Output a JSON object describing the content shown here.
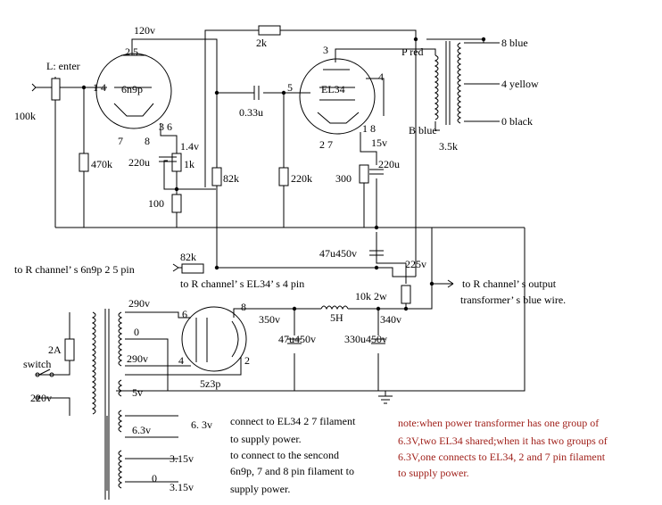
{
  "labels": {
    "v120": "120v",
    "r2k": "2k",
    "b8": "8 blue",
    "y4": "4 yellow",
    "k0": "0 black",
    "pred": "P red",
    "bblue": "B blue",
    "r35": "3.5k",
    "tube1": "6n9p",
    "tube2": "EL34",
    "tube3": "5z3p",
    "enter": "L: enter",
    "pot": "100k",
    "p14": "1 4",
    "p25": "2 5",
    "p3": "3",
    "p4": "4",
    "p5": "5",
    "p6": "6",
    "p7": "7",
    "p8": "8",
    "p36": "3 6",
    "p2": "2",
    "p27": "2   7",
    "p18": "1  8",
    "c033": "0.33u",
    "v14": "1.4v",
    "c220a": "220u",
    "r1k": "1k",
    "r470k": "470k",
    "r100": "100",
    "r82k": "82k",
    "r220k": "220k",
    "r300": "300",
    "v15": "15v",
    "c220b": "220u",
    "c47top": "47u450v",
    "v225": "225v",
    "r82kb": "82k",
    "to_r_6n9p": "to R channel’ s 6n9p 2 5 pin",
    "to_r_el34": "to R channel’ s EL34’ s 4 pin",
    "r10k": "10k  2w",
    "to_r_out1": "to R channel’ s output",
    "to_r_out2": "transformer’ s blue wire.",
    "v290a": "290v",
    "v0": "0",
    "v290b": "290v",
    "v5": "5v",
    "v350": "350v",
    "l5h": "5H",
    "v340": "340v",
    "c47b": "47u450v",
    "c330": "330u450v",
    "fuse": "2A",
    "switch": "switch",
    "v220": "220v",
    "v63a": "6.3v",
    "v63b": "6. 3v",
    "v315a": "3.15v",
    "v315b": "3.15v",
    "v0b": "0",
    "conn1": "connect to EL34 2 7 filament",
    "conn2": "to supply power.",
    "conn3": "to connect to the sencond",
    "conn4": "6n9p, 7 and 8 pin filament to",
    "conn5": "supply power.",
    "note1": "note:when power transformer has one group of",
    "note2": "6.3V,two EL34 shared;when it has two groups of",
    "note3": "6.3V,one connects to EL34, 2 and 7 pin filament",
    "note4": "to supply power."
  }
}
